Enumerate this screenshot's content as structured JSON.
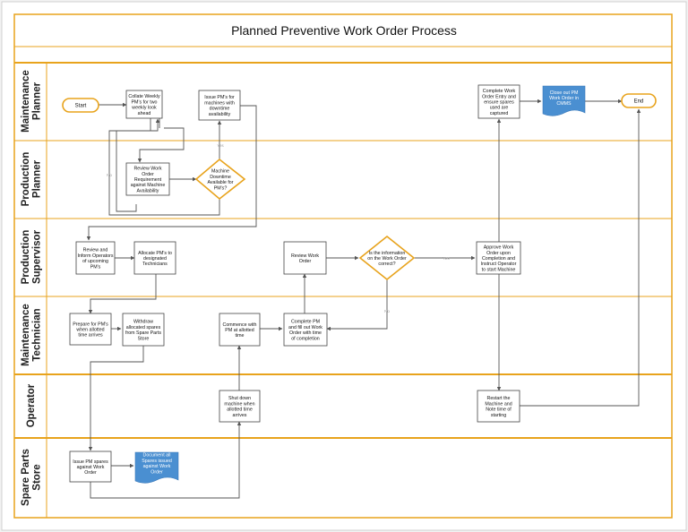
{
  "title": "Planned Preventive Work Order Process",
  "lanes": [
    {
      "label": [
        "Maintenance",
        "Planner"
      ]
    },
    {
      "label": [
        "Production",
        "Planner"
      ]
    },
    {
      "label": [
        "Production",
        "Supervisor"
      ]
    },
    {
      "label": [
        "Maintenance",
        "Technician"
      ]
    },
    {
      "label": [
        "Operator"
      ]
    },
    {
      "label": [
        "Spare Parts",
        "Store"
      ]
    }
  ],
  "nodes": {
    "start": [
      "Start"
    ],
    "collate": [
      "Collate Weekly",
      "PM's for two",
      "weekly look",
      "ahead"
    ],
    "issue_pm": [
      "Issue PM's for",
      "machines with",
      "downtime",
      "availability"
    ],
    "complete_entry": [
      "Complete Work",
      "Order Entry and",
      "ensure spares",
      "used are",
      "captured"
    ],
    "close_out": [
      "Close out PM",
      "Work Order in",
      "CMMS"
    ],
    "end": [
      "End"
    ],
    "review_req": [
      "Review Work",
      "Order",
      "Requirement",
      "against Machine",
      "Availability"
    ],
    "machine_downtime": [
      "Machine",
      "Downtime",
      "Available for",
      "PM's?"
    ],
    "review_inform": [
      "Review and",
      "Inform Operators",
      "of upcoming",
      "PM's"
    ],
    "allocate": [
      "Allocate PM's to",
      "designated",
      "Technicians"
    ],
    "review_wo": [
      "Review Work",
      "Order"
    ],
    "info_correct": [
      "Is the information",
      "on the Work Order",
      "correct?"
    ],
    "approve": [
      "Approve Work",
      "Order upon",
      "Completion and",
      "Instruct Operator",
      "to start Machine"
    ],
    "prepare": [
      "Prepare for PM's",
      "when allotted",
      "time arrives"
    ],
    "withdraw": [
      "Withdraw",
      "allocated spares",
      "from Spare Parts",
      "Store"
    ],
    "commence": [
      "Commence with",
      "PM at allotted",
      "time"
    ],
    "complete_pm": [
      "Complete PM",
      "and fill out Work",
      "Order with time",
      "of completion"
    ],
    "shutdown": [
      "Shut down",
      "machine when",
      "allotted time",
      "arrives"
    ],
    "restart": [
      "Restart the",
      "Machine and",
      "Note time of",
      "starting"
    ],
    "issue_spares": [
      "Issue PM spares",
      "against Work",
      "Order"
    ],
    "document_spares": [
      "Document all",
      "Spares issued",
      "against Work",
      "Order"
    ]
  },
  "edge_labels": {
    "yes_downtime": "Yes",
    "no_downtime": "No",
    "yes_info": "Yes",
    "no_info": "No"
  },
  "colors": {
    "lane_border": "#e8a31c",
    "document_fill": "#4a8fd1"
  }
}
